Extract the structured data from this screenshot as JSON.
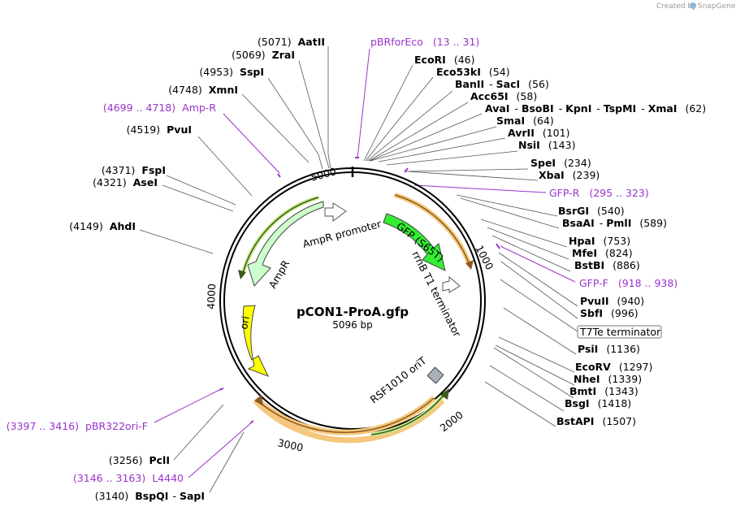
{
  "credit": {
    "created_by": "Created by",
    "brand": "SnapGene"
  },
  "plasmid": {
    "name": "pCON1-ProA.gfp",
    "size": "5096 bp"
  },
  "ticks": [
    "1000",
    "2000",
    "3000",
    "4000",
    "5000"
  ],
  "sites_left": [
    {
      "coord": "(5071)",
      "name": "AatII"
    },
    {
      "coord": "(5069)",
      "name": "ZraI"
    },
    {
      "coord": "(4953)",
      "name": "SspI"
    },
    {
      "coord": "(4748)",
      "name": "XmnI"
    },
    {
      "coord": "(4519)",
      "name": "PvuI"
    },
    {
      "coord": "(4371)",
      "name": "FspI"
    },
    {
      "coord": "(4321)",
      "name": "AseI"
    },
    {
      "coord": "(4149)",
      "name": "AhdI"
    },
    {
      "coord": "(3256)",
      "name": "PclI"
    },
    {
      "coord": "(3140)",
      "name": "BspQI",
      "extra": "SapI"
    }
  ],
  "primers_left": [
    {
      "range": "(4699 .. 4718)",
      "name": "Amp-R"
    },
    {
      "range": "(3397 .. 3416)",
      "name": "pBR322ori-F"
    },
    {
      "range": "(3146 .. 3163)",
      "name": "L4440"
    }
  ],
  "primer_top": {
    "name": "pBRforEco",
    "range": "(13 .. 31)"
  },
  "sites_right": [
    {
      "name": "EcoRI",
      "coord": "(46)"
    },
    {
      "name": "Eco53kI",
      "coord": "(54)"
    },
    {
      "name": "BanII",
      "extra": [
        "SacI"
      ],
      "coord": "(56)"
    },
    {
      "name": "Acc65I",
      "coord": "(58)"
    },
    {
      "name": "AvaI",
      "extra": [
        "BsoBI",
        "KpnI",
        "TspMI",
        "XmaI"
      ],
      "coord": "(62)"
    },
    {
      "name": "SmaI",
      "coord": "(64)"
    },
    {
      "name": "AvrII",
      "coord": "(101)"
    },
    {
      "name": "NsiI",
      "coord": "(143)"
    },
    {
      "name": "SpeI",
      "coord": "(234)"
    },
    {
      "name": "XbaI",
      "coord": "(239)"
    },
    {
      "name": "BsrGI",
      "coord": "(540)"
    },
    {
      "name": "BsaAI",
      "extra": [
        "PmlI"
      ],
      "coord": "(589)"
    },
    {
      "name": "HpaI",
      "coord": "(753)"
    },
    {
      "name": "MfeI",
      "coord": "(824)"
    },
    {
      "name": "BstBI",
      "coord": "(886)"
    },
    {
      "name": "PvuII",
      "coord": "(940)"
    },
    {
      "name": "SbfI",
      "coord": "(996)"
    },
    {
      "name": "PsiI",
      "coord": "(1136)"
    },
    {
      "name": "EcoRV",
      "coord": "(1297)"
    },
    {
      "name": "NheI",
      "coord": "(1339)"
    },
    {
      "name": "BmtI",
      "coord": "(1343)"
    },
    {
      "name": "BsgI",
      "coord": "(1418)"
    },
    {
      "name": "BstAPI",
      "coord": "(1507)"
    }
  ],
  "primers_right": [
    {
      "name": "GFP-R",
      "range": "(295 .. 323)"
    },
    {
      "name": "GFP-F",
      "range": "(918 .. 938)"
    }
  ],
  "boxed_feature": "T7Te terminator",
  "features": {
    "ampr_promoter": "AmpR promoter",
    "ampr": "AmpR",
    "gfp": "GFP (S65T)",
    "rrnb": "rrnB T1 terminator",
    "ori": "ori",
    "rsf": "RSF1010 oriT"
  },
  "colors": {
    "primer": "#9933cc",
    "gfp": "#33ee33",
    "ampr": "#ccffcc",
    "ori": "#ffff00",
    "orf_orange": "#f5c77e",
    "ring": "#000000"
  }
}
